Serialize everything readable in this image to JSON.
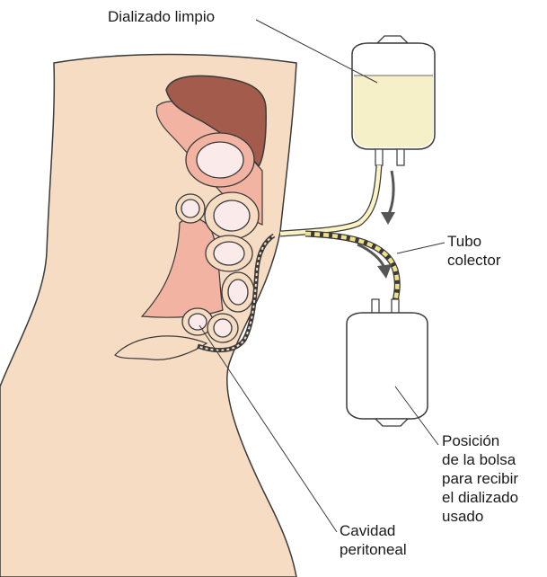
{
  "labels": {
    "clean_dialysate": "Dializado limpio",
    "collector_tube": [
      "Tubo",
      "colector"
    ],
    "bag_position": [
      "Posición",
      "de la bolsa",
      "para recibir",
      "el dializado",
      "usado"
    ],
    "peritoneal_cavity": [
      "Cavidad",
      "peritoneal"
    ]
  },
  "colors": {
    "skin": "#f6dcc3",
    "outline": "#3a3a3a",
    "liver": "#a35b4b",
    "peritoneum_pink": "#f2b3a2",
    "intestine_fill": "#fbeaea",
    "bag_fluid": "#f6f0c8",
    "tube": "#fbf3c4",
    "used_dialysate": "#efe08a",
    "arrow": "#555555"
  }
}
